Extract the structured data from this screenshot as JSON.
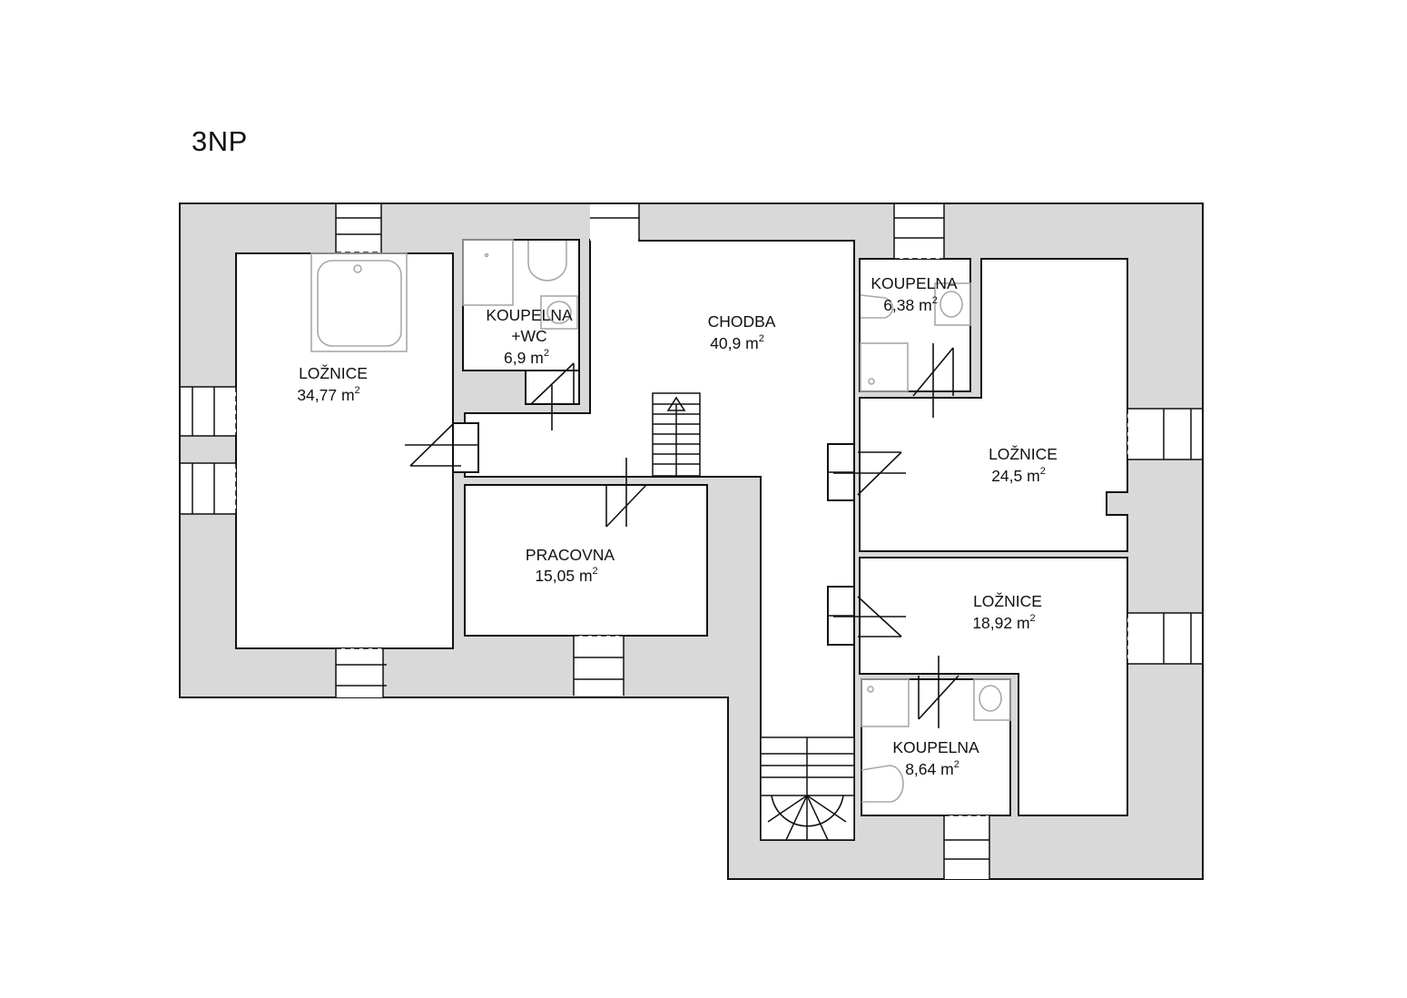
{
  "floor_title": "3NP",
  "rooms": [
    {
      "name": "LOŽNICE",
      "area": "34,77 m",
      "sup": "2"
    },
    {
      "name": "KOUPELNA",
      "name2": "+WC",
      "area": "6,9 m",
      "sup": "2"
    },
    {
      "name": "CHODBA",
      "area": "40,9 m",
      "sup": "2"
    },
    {
      "name": "KOUPELNA",
      "area": "6,38 m",
      "sup": "2"
    },
    {
      "name": "LOŽNICE",
      "area": "24,5 m",
      "sup": "2"
    },
    {
      "name": "PRACOVNA",
      "area": "15,05 m",
      "sup": "2"
    },
    {
      "name": "LOŽNICE",
      "area": "18,92 m",
      "sup": "2"
    },
    {
      "name": "KOUPELNA",
      "area": "8,64 m",
      "sup": "2"
    }
  ]
}
